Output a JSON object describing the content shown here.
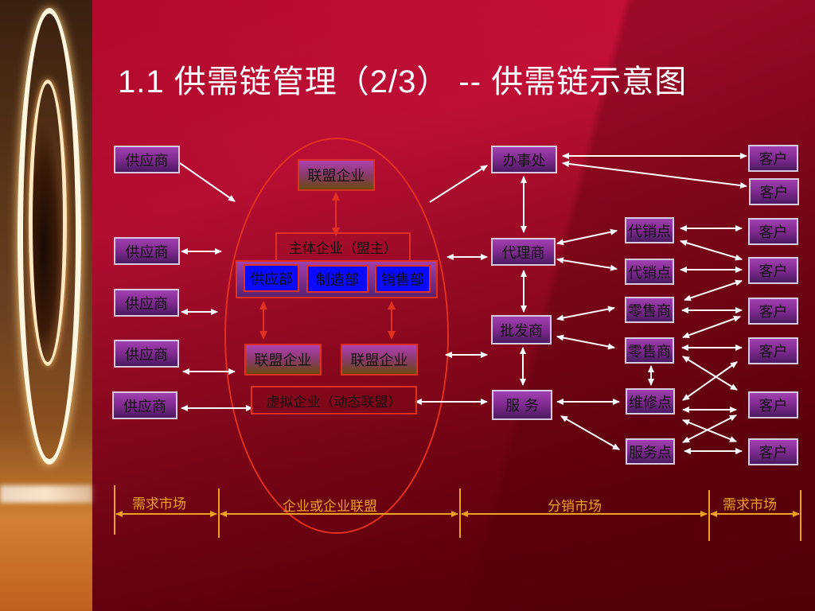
{
  "title": "1.1   供需链管理（2/3） -- 供需链示意图",
  "suppliers": [
    "供应商",
    "供应商",
    "供应商",
    "供应商",
    "供应商"
  ],
  "core": {
    "top_alliance": "联盟企业",
    "main_enterprise": "主体企业（盟主）",
    "departments": [
      "供应部",
      "制造部",
      "销售部"
    ],
    "alliances": [
      "联盟企业",
      "联盟企业"
    ],
    "virtual_enterprise": "虚拟企业（动态联盟）"
  },
  "distribution": {
    "office": "办事处",
    "agent": "代理商",
    "wholesaler": "批发商",
    "service": "服 务",
    "consignment_points": [
      "代销点",
      "代销点"
    ],
    "retailers": [
      "零售商",
      "零售商"
    ],
    "repair_point": "维修点",
    "service_point": "服务点"
  },
  "customers": [
    "客户",
    "客户",
    "客户",
    "客户",
    "客户",
    "客户",
    "客户",
    "客户"
  ],
  "legend": {
    "segments": [
      "需求市场",
      "企业或企业联盟",
      "分销市场",
      "需求市场"
    ],
    "color": "#f0a020"
  },
  "colors": {
    "background": "#b0082a",
    "box_purple": "#802a90",
    "dept_blue": "#0a0aff",
    "outline_red": "#e03020",
    "connector_white": "#ffffff"
  }
}
